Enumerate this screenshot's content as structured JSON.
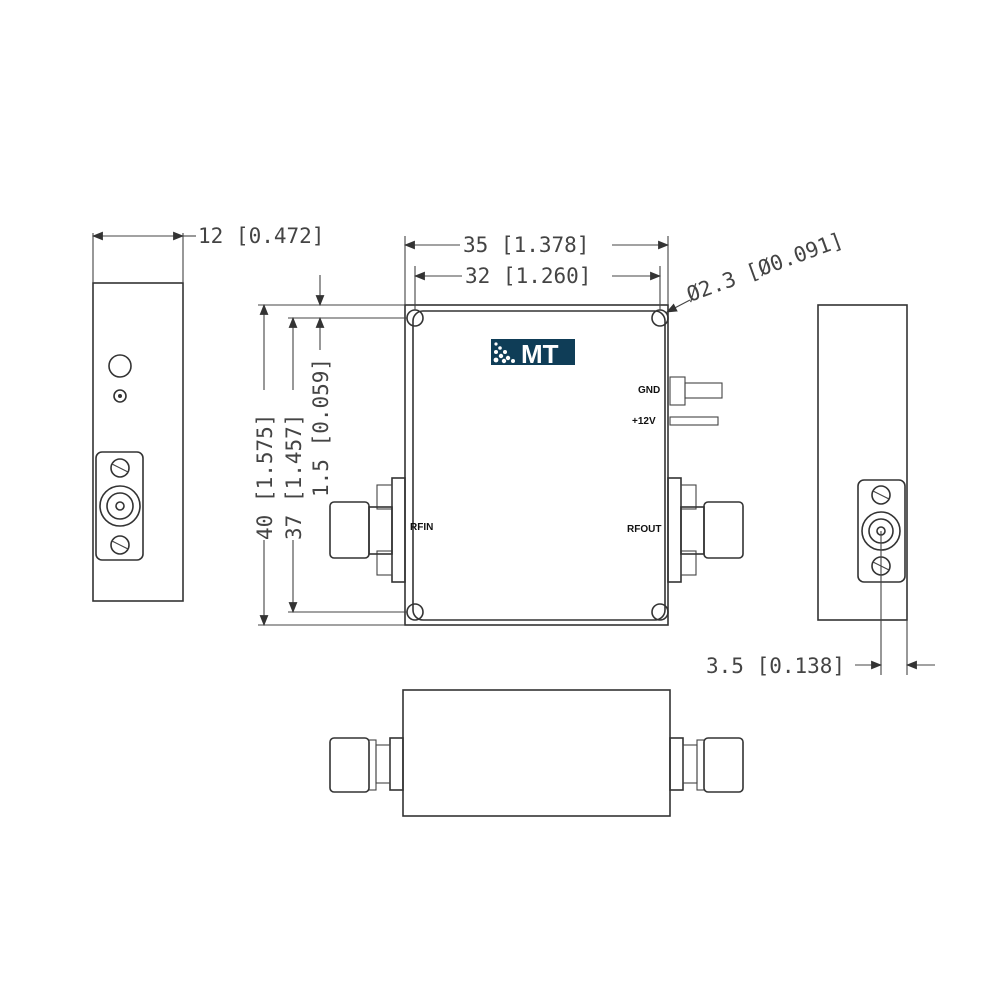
{
  "logo": {
    "text": "MT",
    "color": "#0f3d57"
  },
  "labels": {
    "gnd": "GND",
    "v12": "+12V",
    "rfin": "RFIN",
    "rfout": "RFOUT"
  },
  "dimensions": {
    "width_outer": "35 [1.378]",
    "width_holes": "32 [1.260]",
    "hole_dia": "Ø2.3 [Ø0.091]",
    "height_outer": "40 [1.575]",
    "height_holes": "37 [1.457]",
    "hole_offset": "1.5 [0.059]",
    "thickness": "12 [0.472]",
    "connector_offset": "3.5 [0.138]"
  }
}
